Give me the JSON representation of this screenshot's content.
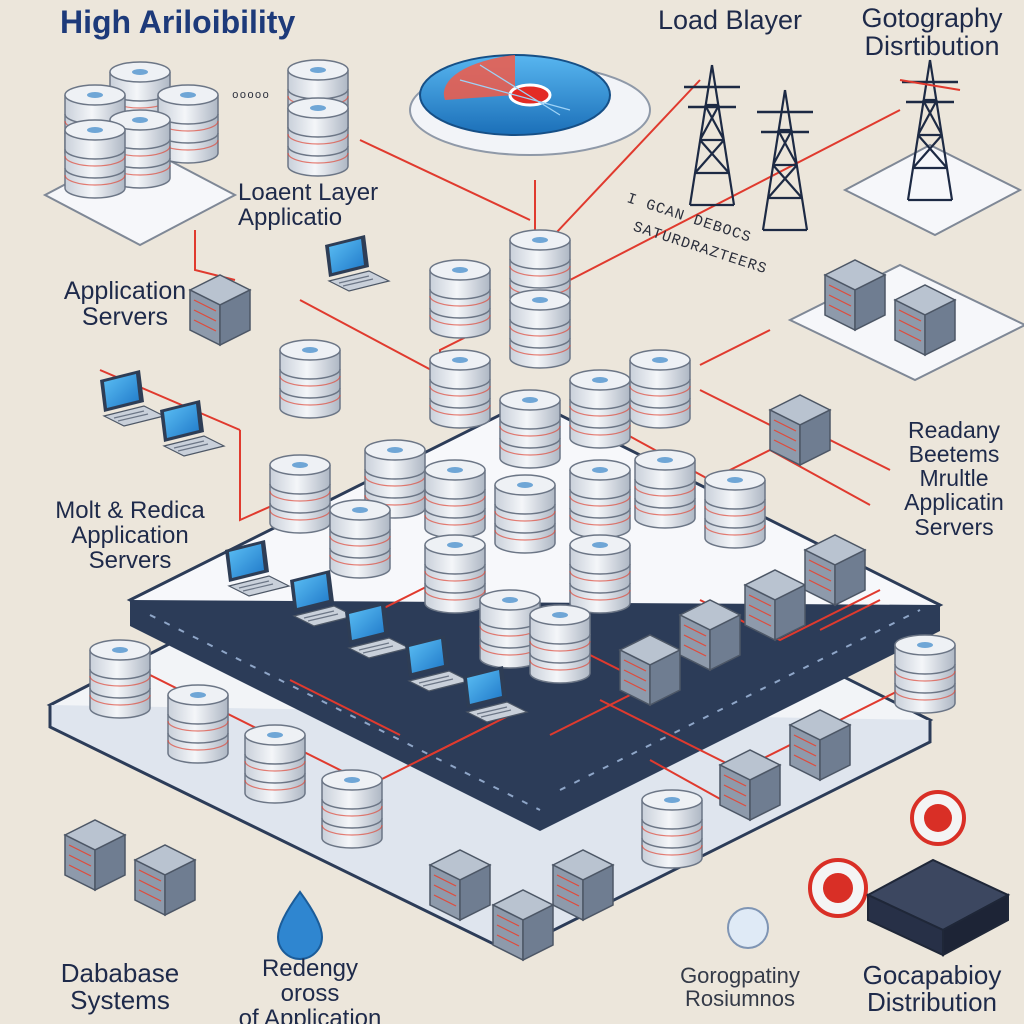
{
  "labels": {
    "title": "High Ariloibility",
    "load_layer": "Load Blayer",
    "geo_top": [
      "Gotography",
      "Disrtibution"
    ],
    "loaent_layer": [
      "Loaent Layer",
      "Applicatio"
    ],
    "application_servers": [
      "Application",
      "Servers"
    ],
    "redundancy_right": [
      "Readany",
      "Beetems",
      "Mrultle",
      "Applicatin",
      "Servers"
    ],
    "multi_replica": [
      "Molt & Redica",
      "Application",
      "Servers"
    ],
    "database_systems": [
      "Dababase",
      "Systems"
    ],
    "redundancy_across": [
      "Redengy",
      "oross",
      "of Application"
    ],
    "geo_regions": [
      "Gorogpatiny",
      "Rosiumnos"
    ],
    "geo_distribution": [
      "Gocapabioy",
      "Distribution"
    ]
  },
  "small_text": {
    "server_label_1": "I GCAN DEBOCS",
    "server_label_2": "SATURDRAZTEERS",
    "note_top": "ooooo"
  },
  "icons": [
    "database-server-icon",
    "rack-server-icon",
    "laptop-icon",
    "monitor-icon",
    "transmission-tower-icon",
    "load-balancer-dome-icon",
    "water-drop-icon",
    "alert-badge-icon"
  ],
  "colors": {
    "background": "#ece6db",
    "connection": "#e03a2e",
    "screen": "#2f9be3",
    "server_body": "#dfe4eb",
    "platform": "#f3f5f8",
    "platform_edge": "#2c3c58",
    "label": "#1e2a4a"
  }
}
